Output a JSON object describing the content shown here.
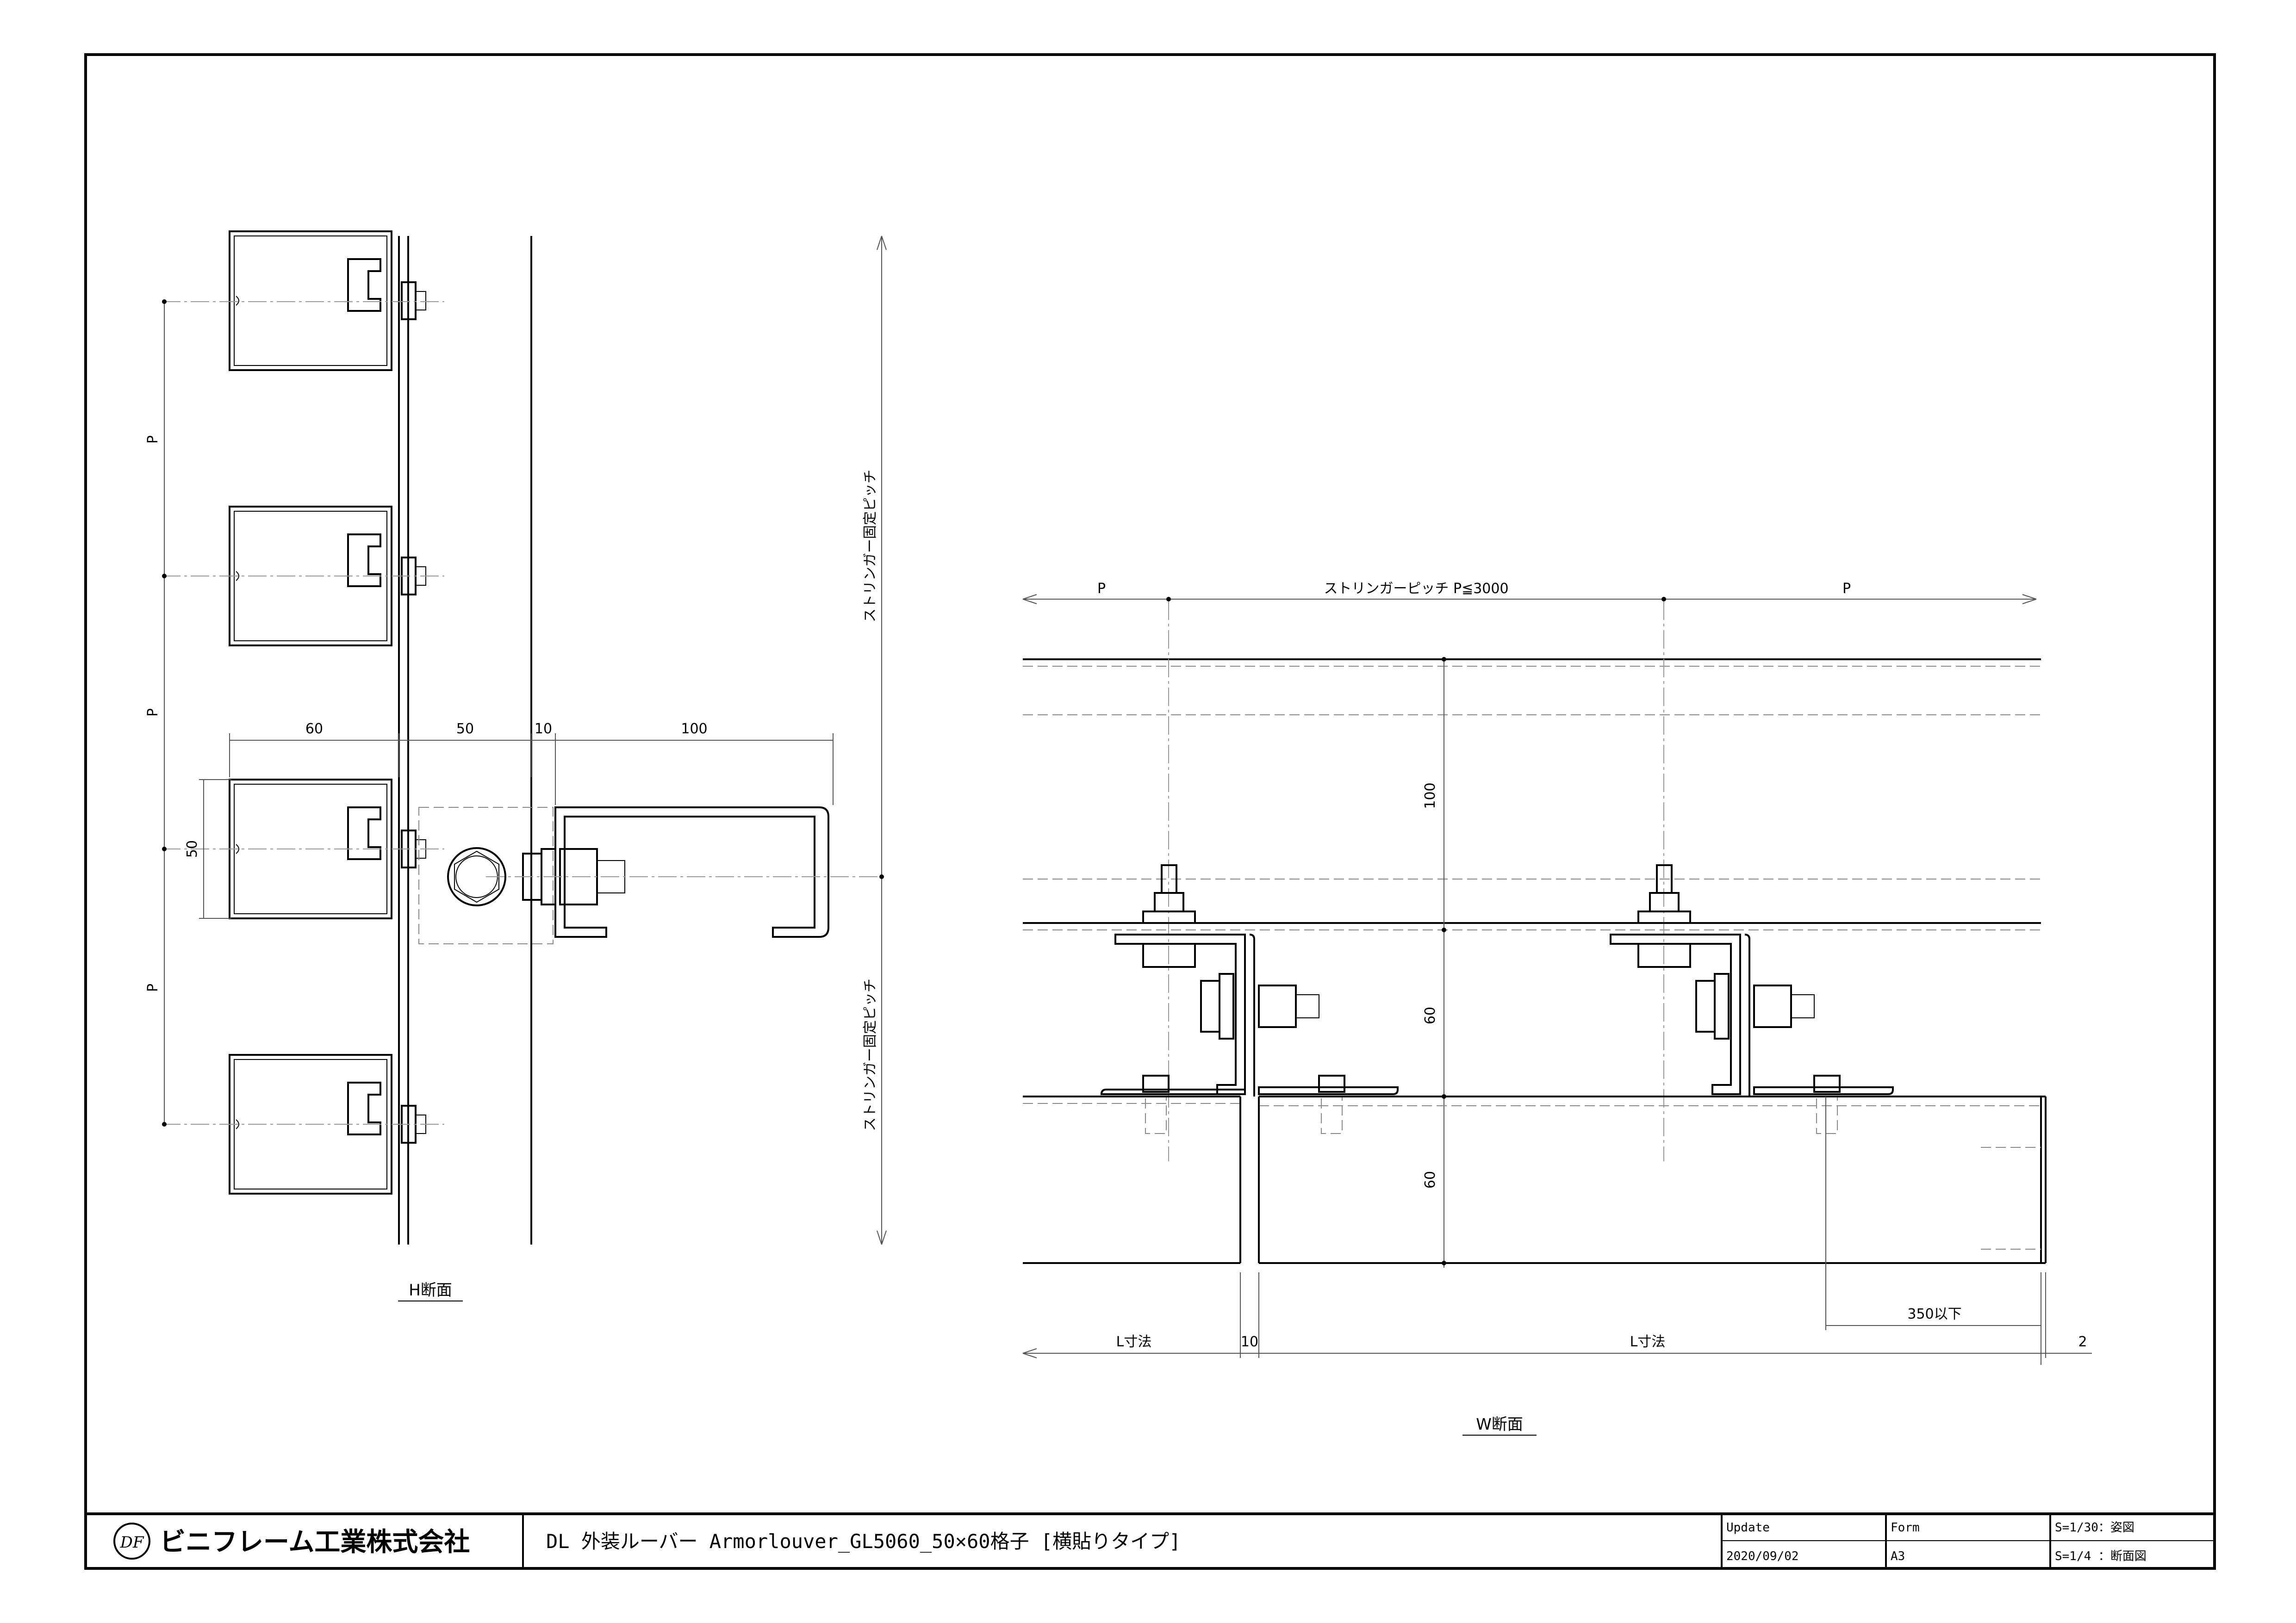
{
  "left_view": {
    "dims": {
      "p1": "P",
      "p2": "P",
      "p3": "P",
      "d60": "60",
      "d50": "50",
      "d10": "10",
      "d100": "100",
      "h50": "50"
    },
    "stringer_pitch_top": "ストリンガー固定ピッチ",
    "stringer_pitch_bottom": "ストリンガー固定ピッチ",
    "caption": "H断面"
  },
  "right_view": {
    "dims": {
      "p_left": "P",
      "pitch": "ストリンガーピッチ P≦3000",
      "p_right": "P",
      "h100": "100",
      "h60a": "60",
      "h60b": "60",
      "d350": "350以下",
      "l_left": "L寸法",
      "d10": "10",
      "l_right": "L寸法",
      "d2": "2"
    },
    "caption": "W断面"
  },
  "title_block": {
    "logo_mark": "DF",
    "company": "ビニフレーム工業株式会社",
    "title": "DL 外装ルーバー Armorlouver_GL5060_50×60格子 [横貼りタイプ]",
    "update_label": "Update",
    "update_value": "2020/09/02",
    "form_label": "Form",
    "form_value": "A3",
    "scale_1": "S=1/30：姿図",
    "scale_2": "S=1/4 ：断面図"
  }
}
